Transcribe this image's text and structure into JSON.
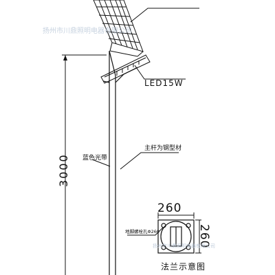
{
  "labels": {
    "led": "LED15W",
    "height_dim": "3000",
    "pole_color": "蓝色光带",
    "pole_material": "主杆为钢型材",
    "flange_width": "260",
    "flange_height": "260",
    "flange_hole_note": "地脚螺栓孔Φ260",
    "flange_title": "法兰示意图"
  },
  "watermark": "扬州市川鼎照明电器有限公司",
  "colors": {
    "ink": "#111111",
    "watermark": "#b9c7d8",
    "background": "#ffffff"
  }
}
